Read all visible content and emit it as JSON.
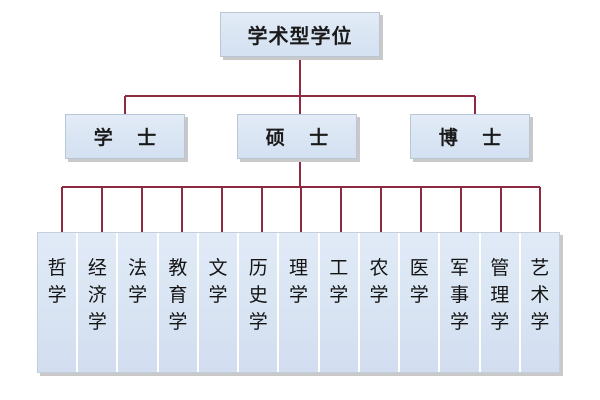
{
  "diagram": {
    "type": "tree",
    "title": "学术型学位",
    "root": {
      "label": "学术型学位"
    },
    "levels": [
      {
        "name": "degree-levels",
        "nodes": [
          {
            "label": "学 士"
          },
          {
            "label": "硕 士"
          },
          {
            "label": "博 士"
          }
        ]
      },
      {
        "name": "discipline-categories",
        "nodes": [
          {
            "label": "哲学"
          },
          {
            "label": "经济学"
          },
          {
            "label": "法学"
          },
          {
            "label": "教育学"
          },
          {
            "label": "文学"
          },
          {
            "label": "历史学"
          },
          {
            "label": "理学"
          },
          {
            "label": "工学"
          },
          {
            "label": "农学"
          },
          {
            "label": "医学"
          },
          {
            "label": "军事学"
          },
          {
            "label": "管理学"
          },
          {
            "label": "艺术学"
          }
        ]
      }
    ],
    "colors": {
      "node_fill": "#dbe6f4",
      "node_border": "#b9c6d6",
      "connector": "#8e2a42",
      "shadow": "#c9c9c9",
      "background": "#ffffff",
      "text": "#1a1a1a"
    }
  }
}
